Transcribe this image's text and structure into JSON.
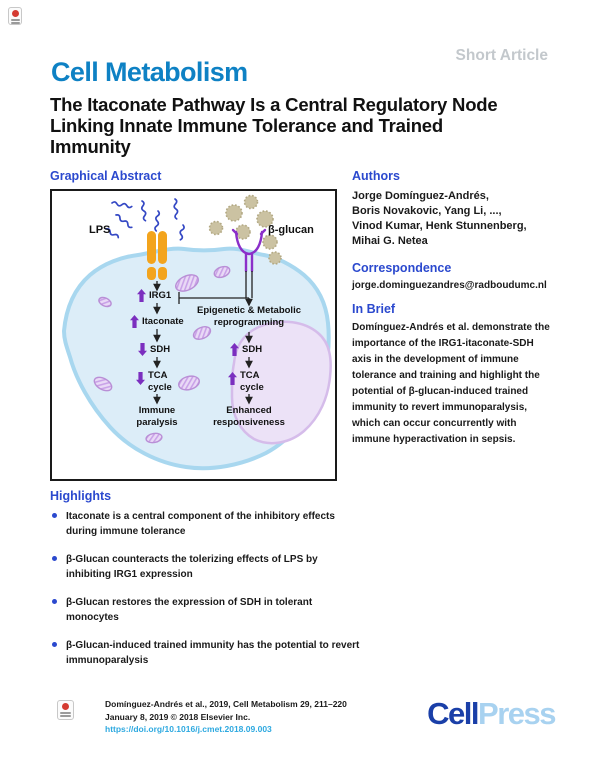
{
  "header": {
    "journal": "Cell Metabolism",
    "article_type": "Short Article"
  },
  "title": {
    "line1": "The Itaconate Pathway Is a Central Regulatory Node",
    "line2": "Linking Innate Immune Tolerance and Trained",
    "line3": "Immunity"
  },
  "headings": {
    "graphical_abstract": "Graphical Abstract",
    "authors": "Authors",
    "correspondence": "Correspondence",
    "in_brief": "In Brief",
    "highlights": "Highlights"
  },
  "authors": {
    "lines": [
      "Jorge Domínguez-Andrés,",
      "Boris Novakovic, Yang Li, ...,",
      "Vinod Kumar, Henk Stunnenberg,",
      "Mihai G. Netea"
    ]
  },
  "correspondence": {
    "email": "jorge.dominguezandres@radboudumc.nl"
  },
  "in_brief": {
    "text": "Domínguez-Andrés et al. demonstrate the importance of the IRG1-itaconate-SDH axis in the development of immune tolerance and training and highlight the potential of β-glucan-induced trained immunity to revert immunoparalysis, which can occur concurrently with immune hyperactivation in sepsis."
  },
  "highlights": {
    "items": [
      "Itaconate is a central component of the inhibitory effects during immune tolerance",
      "β-Glucan counteracts the tolerizing effects of LPS by inhibiting IRG1 expression",
      "β-Glucan restores the expression of SDH in tolerant monocytes",
      "β-Glucan-induced trained immunity has the potential to revert immunoparalysis"
    ]
  },
  "figure": {
    "labels": {
      "lps": "LPS",
      "beta_glucan": "β-glucan",
      "irg1": "IRG1",
      "itaconate": "Itaconate",
      "epigenetic": "Epigenetic & Metabolic reprogramming",
      "sdh_left": "SDH",
      "sdh_right": "SDH",
      "tca_left": "TCA cycle",
      "tca_right": "TCA cycle",
      "immune_paralysis": "Immune paralysis",
      "enhanced_responsiveness": "Enhanced responsiveness"
    },
    "colors": {
      "cell_fill": "#DCEDF8",
      "cell_border": "#A8D7EF",
      "nucleus_fill": "#ECE2F7",
      "nucleus_border": "#D5BCEA",
      "receptor_orange": "#F3A41D",
      "dectin_purple": "#8B2FC9",
      "block_arrow_purple": "#7B2FBF",
      "lps_blue": "#3448C4",
      "glucan_tan": "#CBC2A2"
    }
  },
  "footer": {
    "citation_line1": "Domínguez-Andrés et al., 2019, Cell Metabolism 29, 211–220",
    "citation_line2": "January 8, 2019 © 2018 Elsevier Inc.",
    "doi": "https://doi.org/10.1016/j.cmet.2018.09.003",
    "logo_cell": "Cell",
    "logo_press": "Press"
  }
}
